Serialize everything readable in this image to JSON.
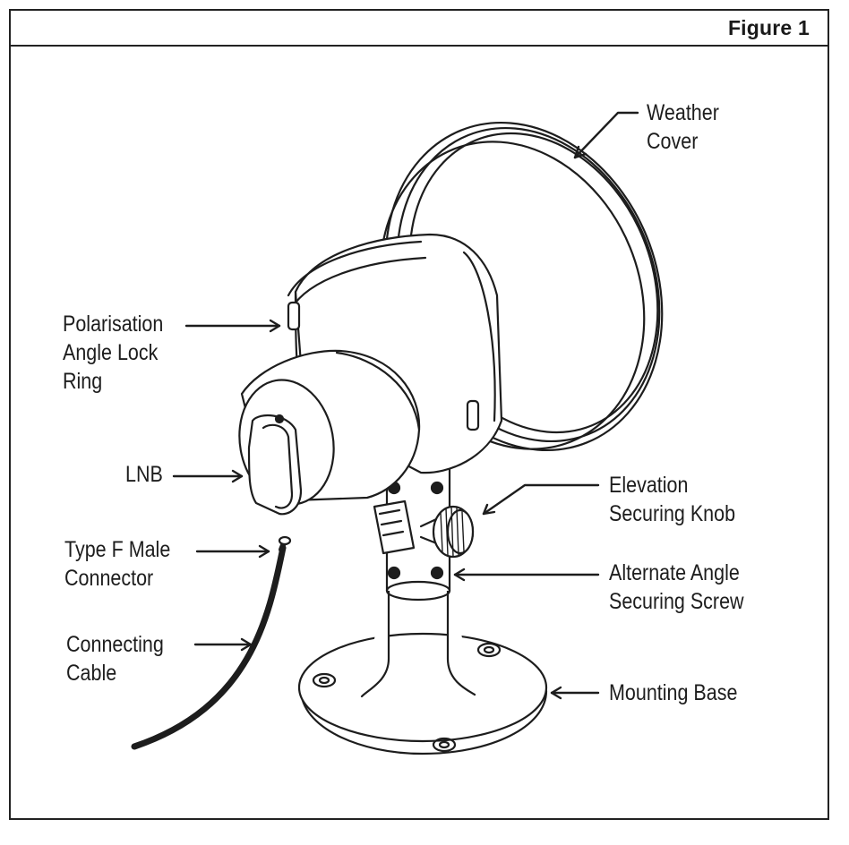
{
  "figure": {
    "title": "Figure 1"
  },
  "labels": {
    "weather_cover": [
      "Weather",
      "Cover"
    ],
    "polarisation_ring": [
      "Polarisation",
      "Angle Lock",
      "Ring"
    ],
    "lnb": [
      "LNB"
    ],
    "type_f_connector": [
      "Type F Male",
      "Connector"
    ],
    "connecting_cable": [
      "Connecting",
      "Cable"
    ],
    "elevation_knob": [
      "Elevation",
      "Securing Knob"
    ],
    "alternate_screw": [
      "Alternate Angle",
      "Securing Screw"
    ],
    "mounting_base": [
      "Mounting Base"
    ]
  },
  "colors": {
    "ink": "#1d1d1d",
    "paper": "#ffffff"
  }
}
